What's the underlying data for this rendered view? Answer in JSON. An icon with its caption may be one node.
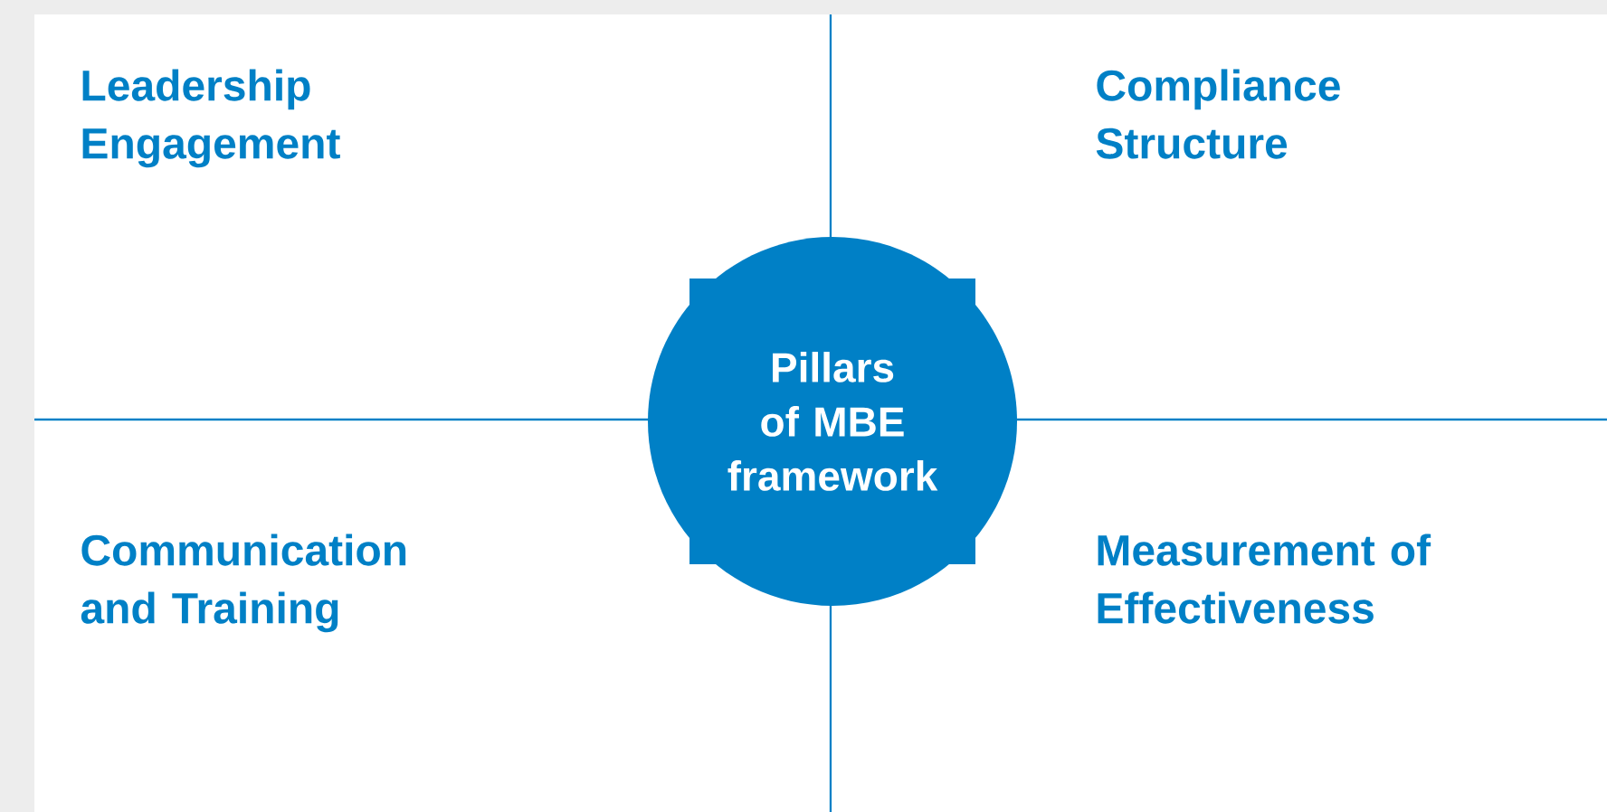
{
  "diagram": {
    "nodes": [
      {
        "text": [
          "Pillars of MBE framework"
        ]
      }
    ],
    "labels": [
      "Leadership Engagement",
      "Compliance Structure",
      "Communication and Training",
      "Measurement of Effectiveness"
    ]
  }
}
